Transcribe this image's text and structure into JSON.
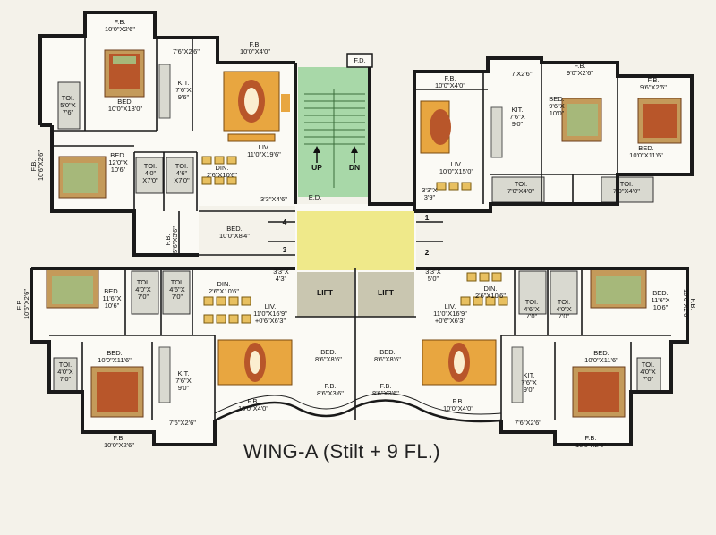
{
  "caption": "WING-A (Stilt + 9 FL.)",
  "labels": {
    "fb_tl": [
      "F.B.",
      "10'0\"X2'6\""
    ],
    "kit_tl_dim": "7'6\"X2'6\"",
    "fb_tl_top2": [
      "F.B.",
      "10'0\"X4'0\""
    ],
    "fd": "F.D.",
    "kit_tl": [
      "KIT.",
      "7'6\"X",
      "9'6\""
    ],
    "bed_tl": [
      "BED.",
      "10'0\"X13'0\""
    ],
    "toi_tl": [
      "TOI.",
      "5'0\"X",
      "7'6\""
    ],
    "fb_tl_side": [
      "F.B.",
      "10'6\"X2'6\""
    ],
    "bed_tl2": [
      "BED.",
      "12'0\"X",
      "10'6\""
    ],
    "toi_tl2": [
      "TOI.",
      "4'0\"",
      "X7'0\""
    ],
    "toi_tl3": [
      "TOI.",
      "4'6\"",
      "X7'0\""
    ],
    "din_tl": [
      "DIN.",
      "2'6\"X10'6\""
    ],
    "liv_tl": [
      "LIV.",
      "11'0\"X19'6\""
    ],
    "dim_3346": "3'3\"X4'6\"",
    "ed": "E.D.",
    "up": "UP",
    "dn": "DN",
    "fb_c_side": [
      "F.B.",
      "5'6\"X3'6\""
    ],
    "bed_c": [
      "BED.",
      "10'0\"X8'4\""
    ],
    "num4": "4",
    "num3": "3",
    "num1": "1",
    "num2": "2",
    "fb_tr1": [
      "F.B.",
      "10'0\"X4'0\""
    ],
    "kit_tr_dim": "7'X2'6\"",
    "kit_tr": [
      "KIT.",
      "7'6\"X",
      "9'0\""
    ],
    "fb_tr2": [
      "F.B.",
      "9'0\"X2'6\""
    ],
    "bed_tr1": [
      "BED.",
      "9'6\"X",
      "10'0\""
    ],
    "fb_tr3": [
      "F.B.",
      "9'6\"X2'6\""
    ],
    "bed_tr2": [
      "BED.",
      "10'0\"X11'6\""
    ],
    "liv_tr": [
      "LIV.",
      "10'0\"X15'0\""
    ],
    "dim_3339": [
      "3'3\"X",
      "3'9\""
    ],
    "toi_tr1": [
      "TOI.",
      "7'0\"X4'0\""
    ],
    "toi_tr2": [
      "TOI.",
      "7'0\"X4'0\""
    ],
    "fb_bl_side": [
      "F.B.",
      "10'6\"X2'6\""
    ],
    "bed_bl": [
      "BED.",
      "11'6\"X",
      "10'6\""
    ],
    "toi_bl1": [
      "TOI.",
      "4'0\"X",
      "7'0\""
    ],
    "toi_bl2": [
      "TOI.",
      "4'6\"X",
      "7'0\""
    ],
    "dim_3343": [
      "3'3\"X",
      "4'3\""
    ],
    "din_bl": [
      "DIN.",
      "2'6\"X10'6\""
    ],
    "lift1": "LIFT",
    "lift2": "LIFT",
    "liv_bl": [
      "LIV.",
      "11'0\"X16'9\"",
      "+0'6\"X6'3\""
    ],
    "toi_bl3": [
      "TOI.",
      "4'0\"X",
      "7'0\""
    ],
    "bed_bl2": [
      "BED.",
      "10'0\"X11'6\""
    ],
    "kit_bl": [
      "KIT.",
      "7'6\"X",
      "9'0\""
    ],
    "bed_bc1": [
      "BED.",
      "8'6\"X8'6\""
    ],
    "bed_bc2": [
      "BED.",
      "8'6\"X8'6\""
    ],
    "fb_bc1": [
      "F.B.",
      "8'6\"X3'6\""
    ],
    "fb_bc2": [
      "F.B.",
      "8'6\"X3'6\""
    ],
    "fb_bl_bot": [
      "F.B.",
      "10'0\"X4'0\""
    ],
    "kit_bl_dim": "7'6\"X2'6\"",
    "fb_bl_bot2": [
      "F.B.",
      "10'0\"X2'6\""
    ],
    "dim_3350": [
      "3'3\"X",
      "5'0\""
    ],
    "din_br": [
      "DIN.",
      "2'6\"X10'6\""
    ],
    "liv_br": [
      "LIV.",
      "11'0\"X16'9\"",
      "+0'6\"X6'3\""
    ],
    "toi_br1": [
      "TOI.",
      "4'6\"X",
      "7'0\""
    ],
    "toi_br2": [
      "TOI.",
      "4'0\"X",
      "7'0\""
    ],
    "bed_br": [
      "BED.",
      "11'6\"X",
      "10'6\""
    ],
    "fb_br_side": [
      "F.B.",
      "10'6\"X2'6\""
    ],
    "kit_br": [
      "KIT.",
      "7'6\"X",
      "9'0\""
    ],
    "bed_br2": [
      "BED.",
      "10'0\"X11'6\""
    ],
    "toi_br3": [
      "TOI.",
      "4'0\"X",
      "7'0\""
    ],
    "fb_br_bot": [
      "F.B.",
      "10'0\"X4'0\""
    ],
    "kit_br_dim": "7'6\"X2'6\"",
    "fb_br_bot2": [
      "F.B.",
      "10'0\"X2'6\""
    ]
  },
  "colors": {
    "background": "#f4f2ea",
    "floor": "#fbfaf5",
    "wall": "#1a1a1a",
    "stair": "#a8d8a8",
    "lobby": "#efe98a",
    "lift": "#c9c6b0",
    "bed_floor": "#c49a5a",
    "sofa": "#e8a640",
    "rug": "#b8562a",
    "bed_sheet": "#a6b87a",
    "tile": "#d9d9d0"
  }
}
